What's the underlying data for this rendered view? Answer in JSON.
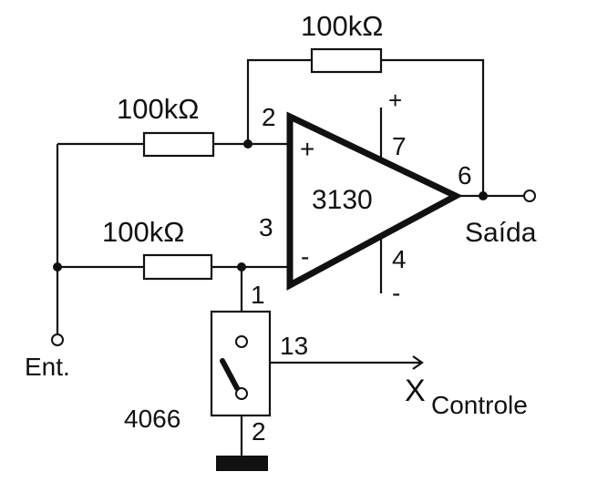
{
  "resistors": {
    "feedback": "100kΩ",
    "input_plus": "100kΩ",
    "input_minus": "100kΩ"
  },
  "opamp": {
    "name": "3130",
    "pin_plus_input": "2",
    "pin_minus_input": "3",
    "pin_output": "6",
    "pin_supply_pos": "7",
    "pin_supply_neg": "4",
    "sign_plus_input": "+",
    "sign_minus_input": "-",
    "sign_supply_pos": "+",
    "sign_supply_neg": "-"
  },
  "switch": {
    "name": "4066",
    "pin_top": "1",
    "pin_control": "13",
    "pin_bottom": "2"
  },
  "terminals": {
    "input": "Ent.",
    "output": "Saída",
    "control_symbol": "X",
    "control": "Controle"
  }
}
